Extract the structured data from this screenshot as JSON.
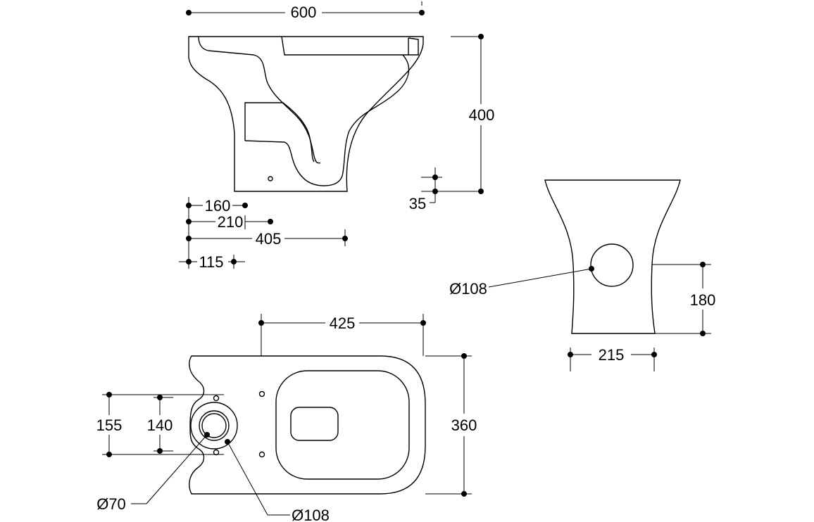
{
  "side_view": {
    "width_label": "600",
    "height_label": "400",
    "offset_label": "35",
    "dim_160": "160",
    "dim_210": "210",
    "dim_405": "405",
    "dim_115": "115"
  },
  "back_view": {
    "outlet_label": "Ø108",
    "height_label": "180",
    "width_label": "215"
  },
  "top_view": {
    "length_label": "425",
    "width_label": "360",
    "dim_155": "155",
    "dim_140": "140",
    "inner_outlet_label": "Ø70",
    "outer_outlet_label": "Ø108"
  }
}
